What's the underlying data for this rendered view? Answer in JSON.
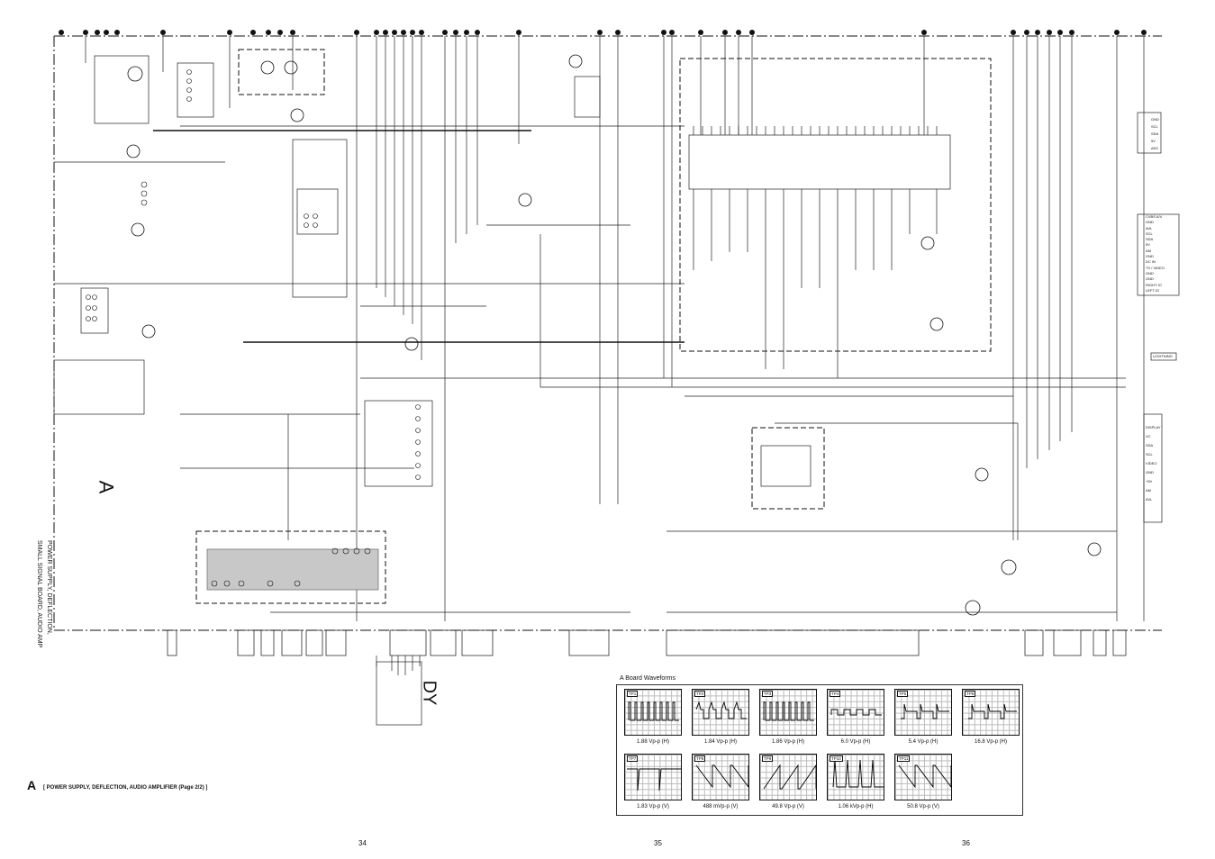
{
  "page": {
    "board_letter": "A",
    "section_label": "A",
    "section_title": "[ POWER SUPPLY, DEFLECTION, AUDIO AMPLIFIER (Page 2/2) ]",
    "page_numbers": [
      "34",
      "35",
      "36"
    ],
    "board_rotated_text": "POWER SUPPLY, DEFLECTION,\nSMALL SIGNAL BOARD, AUDIO AMP"
  },
  "connectors": {
    "right_block_1": [
      "GND",
      "SCL",
      "SDA",
      "5V",
      "ADC"
    ],
    "right_block_2": [
      "CVBS A/V",
      "GND",
      "AVL",
      "SCL",
      "SDA",
      "5V",
      "AM",
      "GND",
      "DC IN",
      "TV / VIDEO",
      "GND",
      "GND",
      "RIGHT IO",
      "LEFT IO"
    ],
    "right_block_3": [
      "LIGHTNING"
    ],
    "lower_right_labels": [
      "DISPLAY",
      "VC",
      "SDA",
      "SCL",
      "VIDEO",
      "GND",
      "+5V",
      "AM",
      "AVL"
    ],
    "dy_label": "DY"
  },
  "waveforms": {
    "title": "A Board Waveforms",
    "panels": [
      {
        "tp": "TP1",
        "caption": "1.88 Vp-p (H)",
        "kind": "pulse-dense"
      },
      {
        "tp": "TP2",
        "caption": "1.84 Vp-p (H)",
        "kind": "pulse-step"
      },
      {
        "tp": "TP3",
        "caption": "1.86 Vp-p (H)",
        "kind": "pulse-dense"
      },
      {
        "tp": "TP4",
        "caption": "6.0 Vp-p (H)",
        "kind": "square"
      },
      {
        "tp": "TP5",
        "caption": "5.4 Vp-p (H)",
        "kind": "step"
      },
      {
        "tp": "TP6",
        "caption": "16.8 Vp-p (H)",
        "kind": "step"
      },
      {
        "tp": "TP7",
        "caption": "1.83 Vp-p (V)",
        "kind": "spike-low"
      },
      {
        "tp": "TP8",
        "caption": "488 mVp-p (V)",
        "kind": "saw-down"
      },
      {
        "tp": "TP9",
        "caption": "49.8 Vp-p (V)",
        "kind": "saw"
      },
      {
        "tp": "TP10",
        "caption": "1.06 kVp-p (H)",
        "kind": "spike-high"
      },
      {
        "tp": "TP11",
        "caption": "50.8 Vp-p (V)",
        "kind": "saw-down"
      }
    ]
  }
}
